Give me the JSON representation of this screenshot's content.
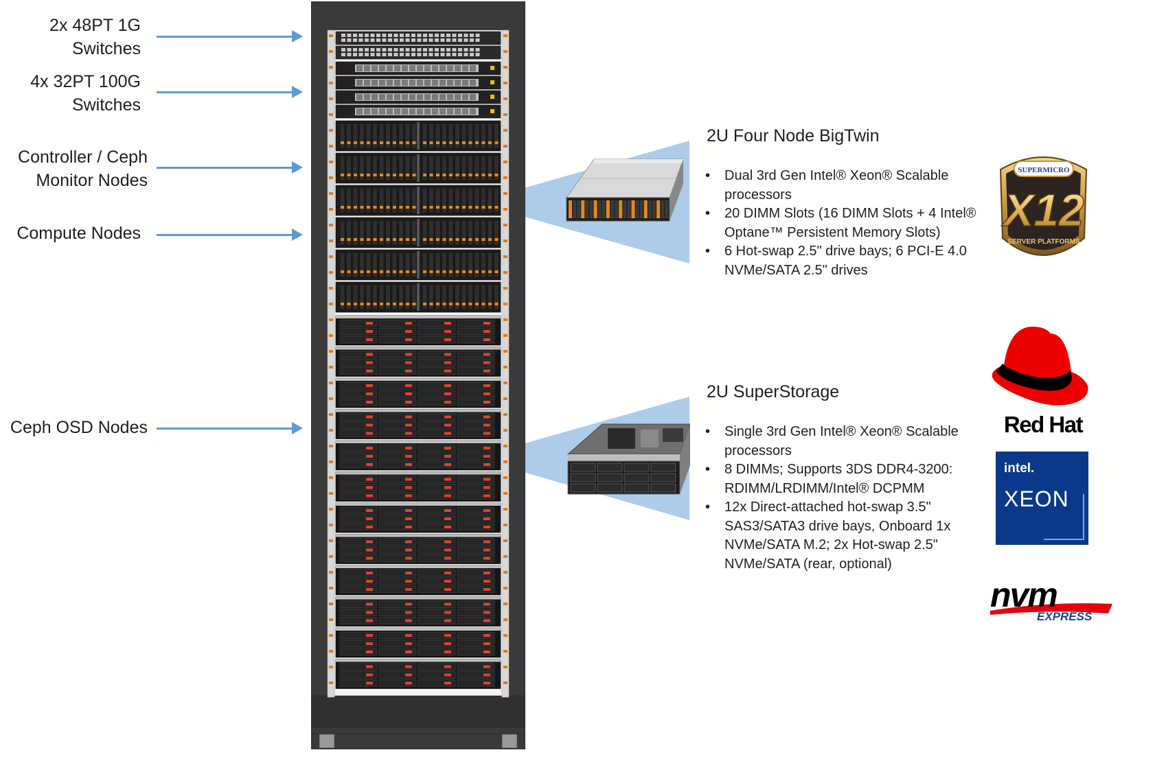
{
  "labels": [
    {
      "id": "switch-1g",
      "lines": [
        "2x 48PT 1G",
        "Switches"
      ]
    },
    {
      "id": "switch-100g",
      "lines": [
        "4x 32PT 100G",
        "Switches"
      ]
    },
    {
      "id": "controller",
      "lines": [
        "Controller / Ceph",
        "Monitor Nodes"
      ]
    },
    {
      "id": "compute",
      "lines": [
        "Compute Nodes"
      ]
    },
    {
      "id": "osd",
      "lines": [
        "Ceph OSD Nodes"
      ]
    }
  ],
  "bigtwin": {
    "title": "2U Four Node BigTwin",
    "bullets": [
      [
        "Dual 3rd Gen Intel® Xeon® Scalable",
        "processors"
      ],
      [
        "20 DIMM Slots (16 DIMM Slots + 4 Intel®",
        "Optane™ Persistent Memory Slots)"
      ],
      [
        "6 Hot-swap 2.5\" drive bays; 6 PCI-E 4.0",
        "NVMe/SATA 2.5\" drives"
      ]
    ]
  },
  "superstorage": {
    "title": "2U SuperStorage",
    "bullets": [
      [
        "Single 3rd Gen Intel® Xeon® Scalable",
        "processors"
      ],
      [
        "8 DIMMs; Supports 3DS DDR4-3200:",
        "RDIMM/LRDIMM/Intel® DCPMM"
      ],
      [
        "12x Direct-attached hot-swap 3.5\"",
        "SAS3/SATA3 drive bays, Onboard 1x",
        "NVMe/SATA M.2; 2x Hot-swap 2.5\"",
        "NVMe/SATA (rear, optional)"
      ]
    ]
  },
  "logos": {
    "supermicro": {
      "brand": "SUPERMICRO",
      "model": "X12",
      "sub": "SERVER PLATFORMS"
    },
    "redhat": {
      "text": "Red Hat"
    },
    "intel": {
      "brand": "intel.",
      "product": "XEON"
    },
    "nvme": {
      "main": "nvm",
      "sub": "EXPRESS"
    }
  },
  "colors": {
    "arrow": "#5b9bd5",
    "callout": "#9dc3e6",
    "rack": "#3a3a3a",
    "redhat": "#ee0000",
    "intel": "#0e3b8c",
    "nvme_red": "#e3000f"
  }
}
